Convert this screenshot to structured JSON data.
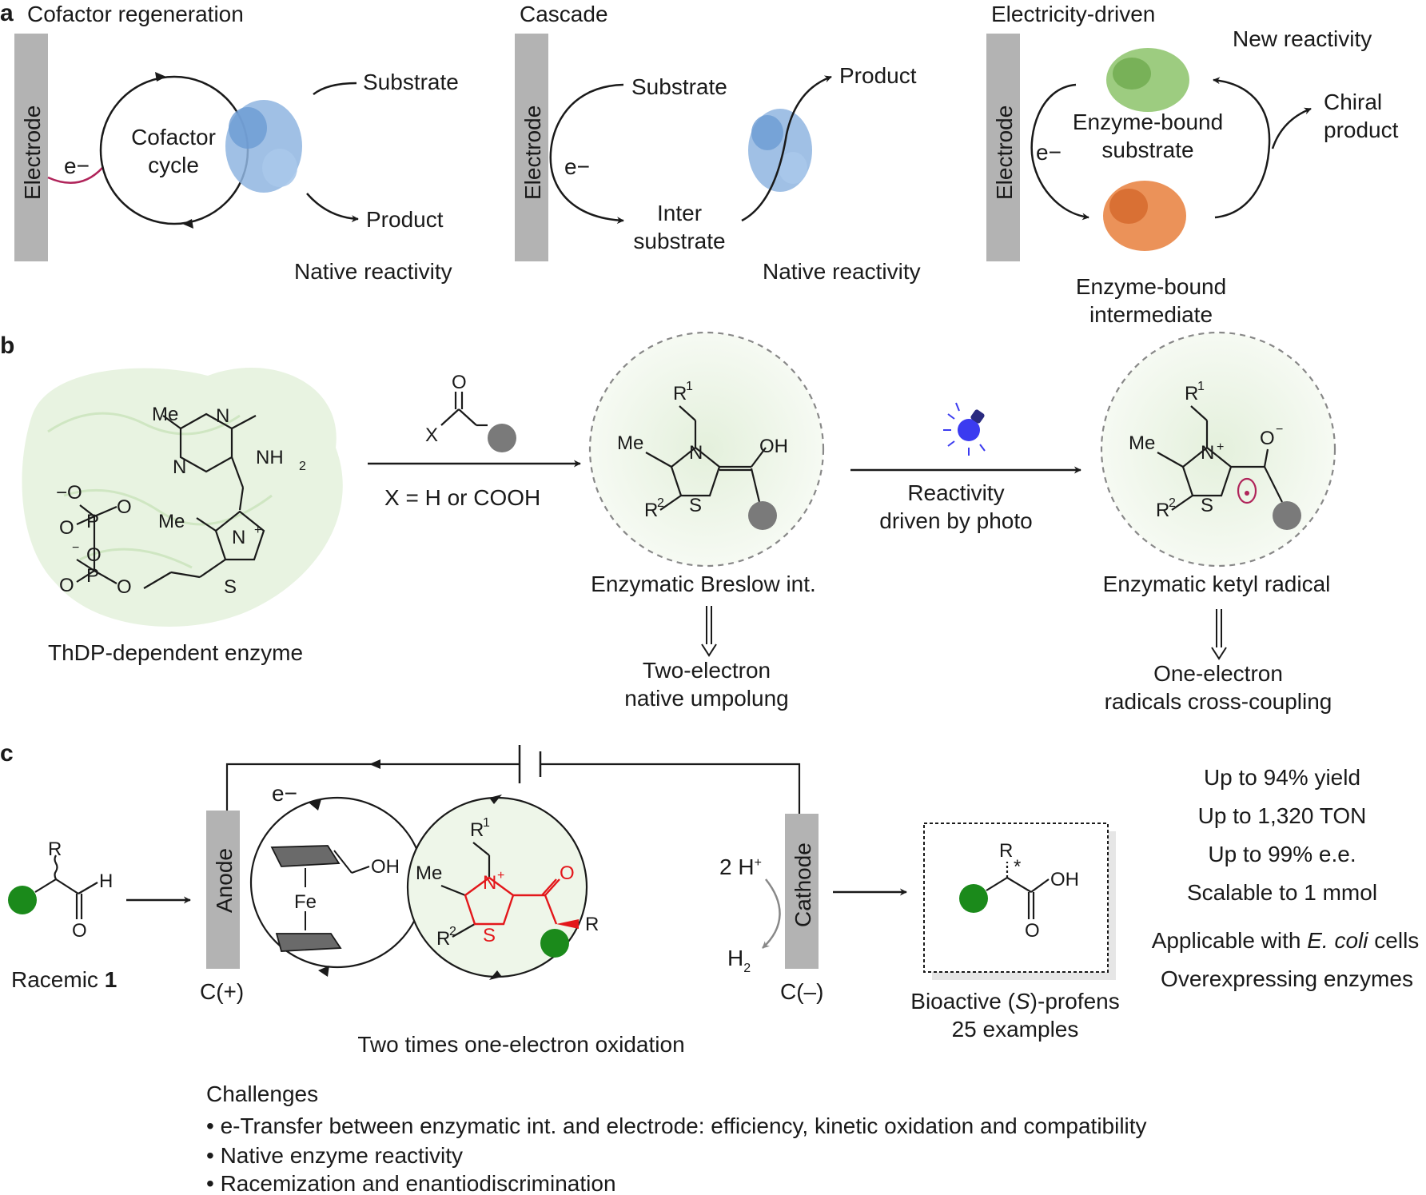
{
  "panel_a": {
    "letter": "a",
    "cofactor": {
      "title": "Cofactor regeneration",
      "electrode": "Electrode",
      "electron": "e−",
      "cycle_line1": "Cofactor",
      "cycle_line2": "cycle",
      "substrate": "Substrate",
      "product": "Product",
      "reactivity": "Native reactivity"
    },
    "cascade": {
      "title": "Cascade",
      "electrode": "Electrode",
      "electron": "e−",
      "substrate": "Substrate",
      "inter_line1": "Inter",
      "inter_line2": "substrate",
      "product": "Product",
      "reactivity": "Native reactivity"
    },
    "electricity": {
      "title": "Electricity-driven",
      "electrode": "Electrode",
      "electron": "e−",
      "new_reactivity": "New reactivity",
      "bound_substrate_line1": "Enzyme-bound",
      "bound_substrate_line2": "substrate",
      "chiral_line1": "Chiral",
      "chiral_line2": "product",
      "bound_intermediate_line1": "Enzyme-bound",
      "bound_intermediate_line2": "intermediate"
    }
  },
  "panel_b": {
    "letter": "b",
    "enzyme_label": "ThDP-dependent enzyme",
    "reagent_condition": "X = H or COOH",
    "breslow_label": "Enzymatic Breslow int.",
    "photo_line1": "Reactivity",
    "photo_line2": "driven by photo",
    "ketyl_label": "Enzymatic ketyl radical",
    "two_electron_line1": "Two-electron",
    "two_electron_line2": "native umpolung",
    "one_electron_line1": "One-electron",
    "one_electron_line2": "radicals cross-coupling",
    "atoms": {
      "me": "Me",
      "n": "N",
      "s": "S",
      "o": "O",
      "x": "X",
      "fe": "Fe",
      "p": "P",
      "r": "R",
      "oh": "OH",
      "h": "H",
      "nh": "NH",
      "sub2": "2",
      "r1_sup": "1",
      "r2_sup": "2",
      "plus": "+",
      "minus": "−",
      "minus_o": "−O",
      "h_plus_coef": "2 H",
      "star": "*"
    }
  },
  "panel_c": {
    "letter": "c",
    "electron": "e−",
    "racemic_text": "Racemic",
    "racemic_num": "1",
    "anode": "Anode",
    "anode_sign": "C(+)",
    "cathode": "Cathode",
    "cathode_sign": "C(–)",
    "oxidation_label": "Two times one-electron oxidation",
    "profens_pre": "Bioactive (",
    "profens_s": "S",
    "profens_post": ")-profens",
    "examples": "25 examples",
    "stats": [
      "Up to 94% yield",
      "Up to 1,320 TON",
      "Up to 99% e.e.",
      "Scalable to 1 mmol"
    ],
    "ecoli_pre": "Applicable with ",
    "ecoli_italic": "E. coli",
    "ecoli_post": " cells",
    "overexpress": "Overexpressing enzymes"
  },
  "challenges": {
    "title": "Challenges",
    "items": [
      "• e-Transfer between enzymatic int. and electrode: efficiency, kinetic oxidation and compatibility",
      "• Native enzyme reactivity",
      "• Racemization and enantiodiscrimination"
    ]
  },
  "colors": {
    "electrode": "#b3b3b3",
    "enzyme_blue": "#8fb5e0",
    "enzyme_green": "#8cc36a",
    "enzyme_orange": "#e87f3c",
    "substrate_dot_gray": "#7a7a7a",
    "substrate_dot_green": "#1b8a1b",
    "highlight_red": "#e3171b",
    "electron_arc": "#b0245a",
    "light_bulb": "#3b3bf0"
  }
}
